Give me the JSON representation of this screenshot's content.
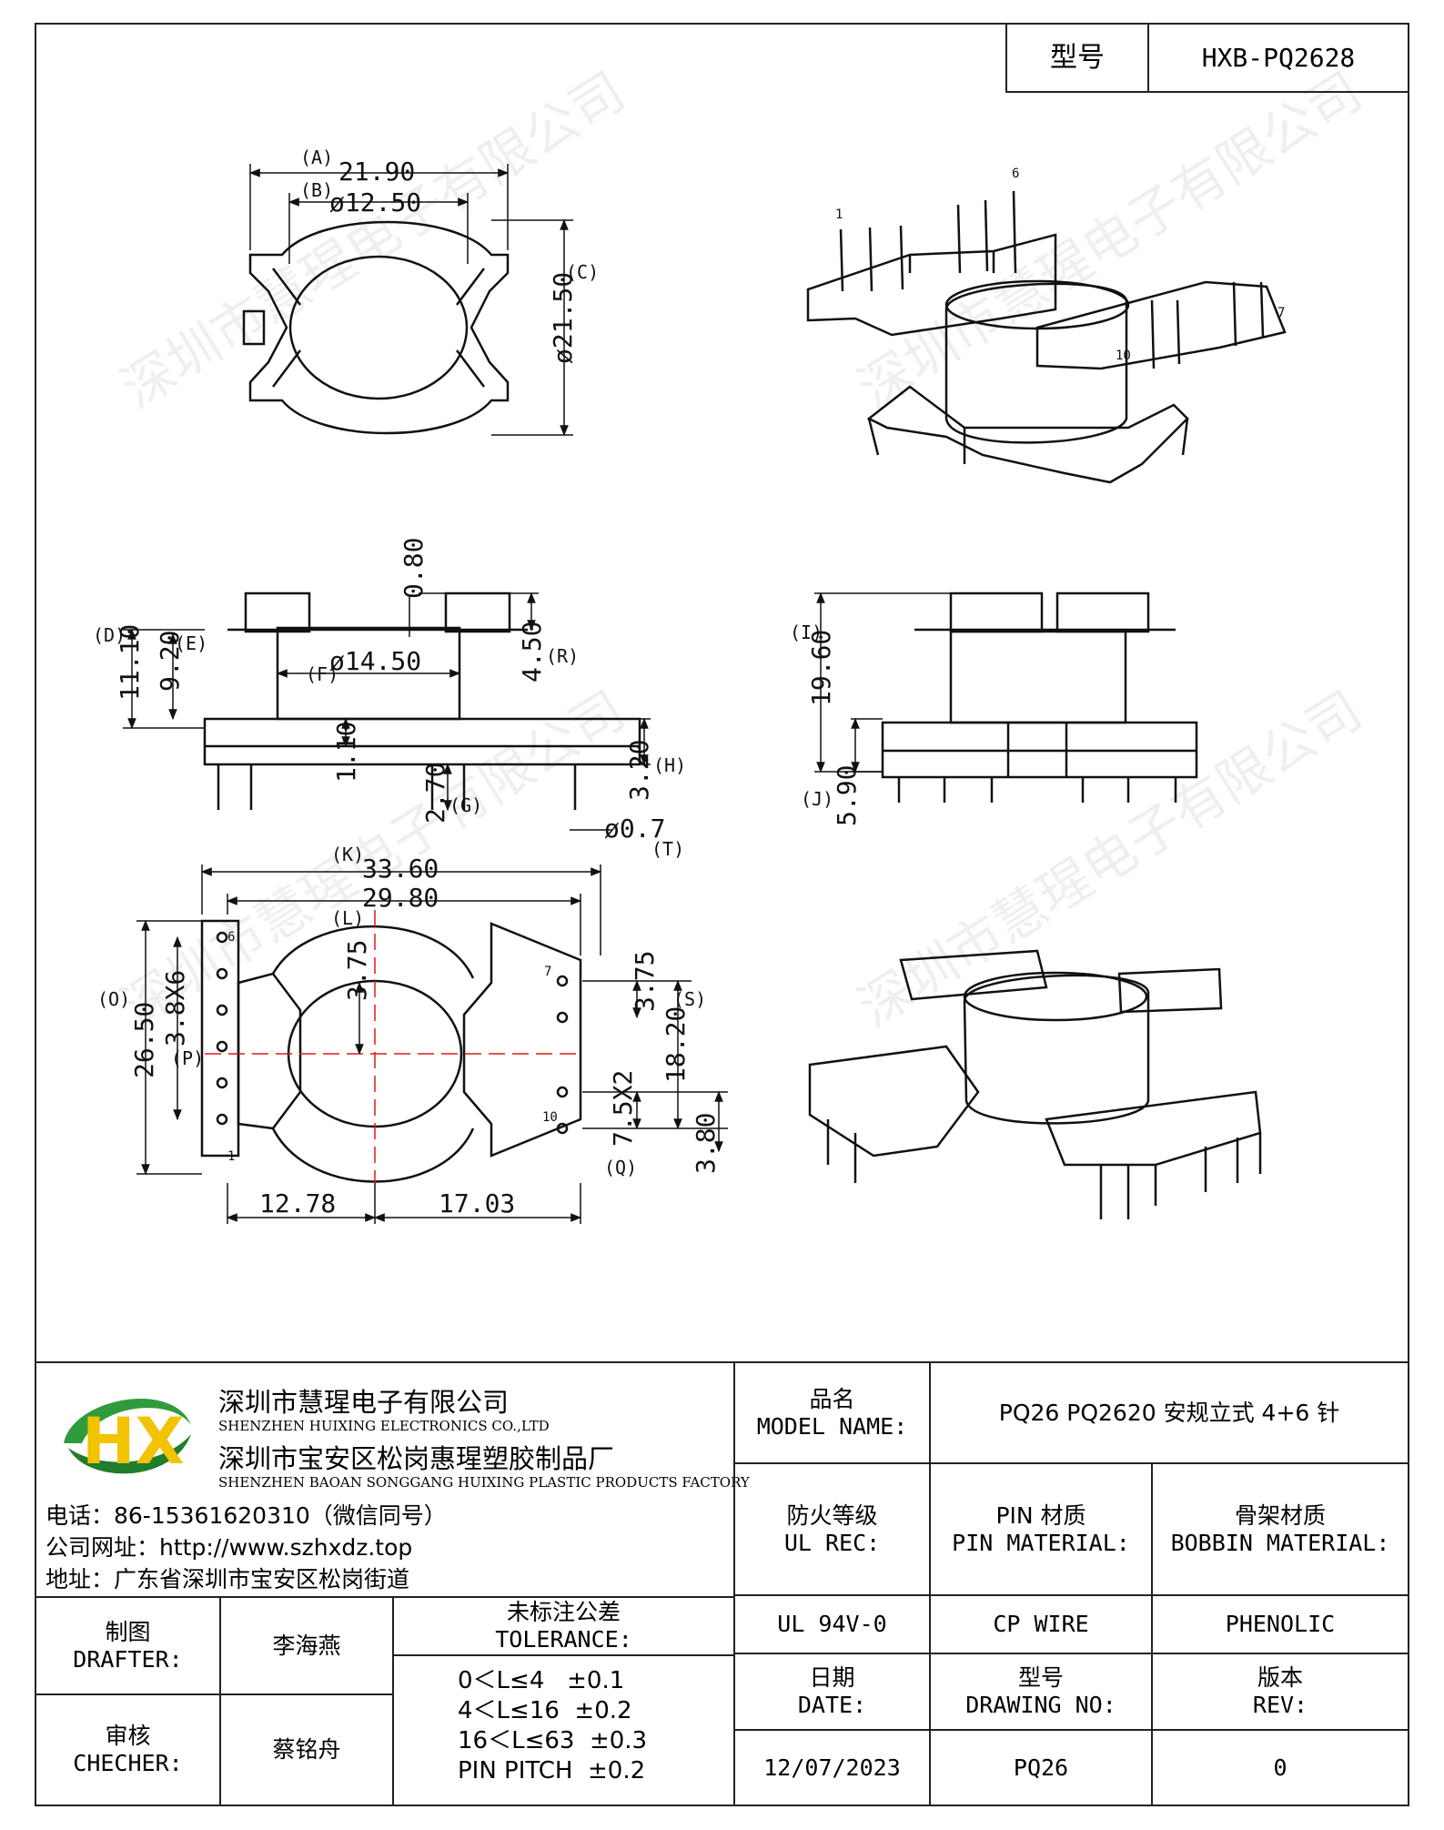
{
  "header": {
    "type_label": "型号",
    "part_number": "HXB-PQ2628"
  },
  "dimensions": {
    "A": "21.90",
    "B": "ø12.50",
    "C": "ø21.50",
    "D": "11.10",
    "E": "9.20",
    "F": "ø14.50",
    "R": "4.50",
    "top080": "0.80",
    "mid110": "1.10",
    "G": "2.70",
    "H": "3.20",
    "T": "ø0.7",
    "I": "19.60",
    "J": "5.90",
    "K": "33.60",
    "L": "29.80",
    "O": "26.50",
    "P": "3.8X6",
    "c375": "3.75",
    "S": "3.75",
    "s1820": "18.20",
    "Q": "7.5X2",
    "s380": "3.80",
    "b1278": "12.78",
    "b1703": "17.03"
  },
  "letters": {
    "A": "(A)",
    "B": "(B)",
    "C": "(C)",
    "D": "(D)",
    "E": "(E)",
    "F": "(F)",
    "R": "(R)",
    "G": "(G)",
    "H": "(H)",
    "T": "(T)",
    "I": "(I)",
    "J": "(J)",
    "K": "(K)",
    "L": "(L)",
    "O": "(O)",
    "P": "(P)",
    "S": "(S)",
    "Q": "(Q)"
  },
  "pins": {
    "p1": "1",
    "p6": "6",
    "p7": "7",
    "p10": "10"
  },
  "watermark": "深圳市慧瑆电子有限公司",
  "company": {
    "logo_text": "HX",
    "name_cn": "深圳市慧瑆电子有限公司",
    "name_en": "SHENZHEN HUIXING ELECTRONICS CO.,LTD",
    "factory_cn": "深圳市宝安区松岗惠瑆塑胶制品厂",
    "factory_en": "SHENZHEN BAOAN SONGGANG HUIXING PLASTIC PRODUCTS FACTORY",
    "phone": "电话：86-15361620310（微信同号）",
    "website": "公司网址：http://www.szhxdz.top",
    "address": "地址：广东省深圳市宝安区松岗街道"
  },
  "titleblock": {
    "model_name_cn": "品名",
    "model_name_en": "MODEL NAME:",
    "model_value": "PQ26 PQ2620 安规立式 4+6 针",
    "ul_cn": "防火等级",
    "ul_en": "UL REC:",
    "pin_cn": "PIN 材质",
    "pin_en": "PIN MATERIAL:",
    "bobbin_cn": "骨架材质",
    "bobbin_en": "BOBBIN MATERIAL:",
    "ul_value": "UL 94V-0",
    "pin_value": "CP WIRE",
    "bobbin_value": "PHENOLIC",
    "drafter_cn": "制图",
    "drafter_en": "DRAFTER:",
    "drafter_name": "李海燕",
    "checker_cn": "审核",
    "checker_en": "CHECHER:",
    "checker_name": "蔡铭舟",
    "tolerance_cn": "未标注公差",
    "tolerance_en": "TOLERANCE:",
    "tol1": "0＜L≤4   ±0.1",
    "tol2": "4＜L≤16  ±0.2",
    "tol3": "16＜L≤63  ±0.3",
    "tol4": "PIN PITCH  ±0.2",
    "date_cn": "日期",
    "date_en": "DATE:",
    "date_value": "12/07/2023",
    "dwg_cn": "型号",
    "dwg_en": "DRAWING NO:",
    "dwg_value": "PQ26",
    "rev_cn": "版本",
    "rev_en": "REV:",
    "rev_value": "0"
  }
}
